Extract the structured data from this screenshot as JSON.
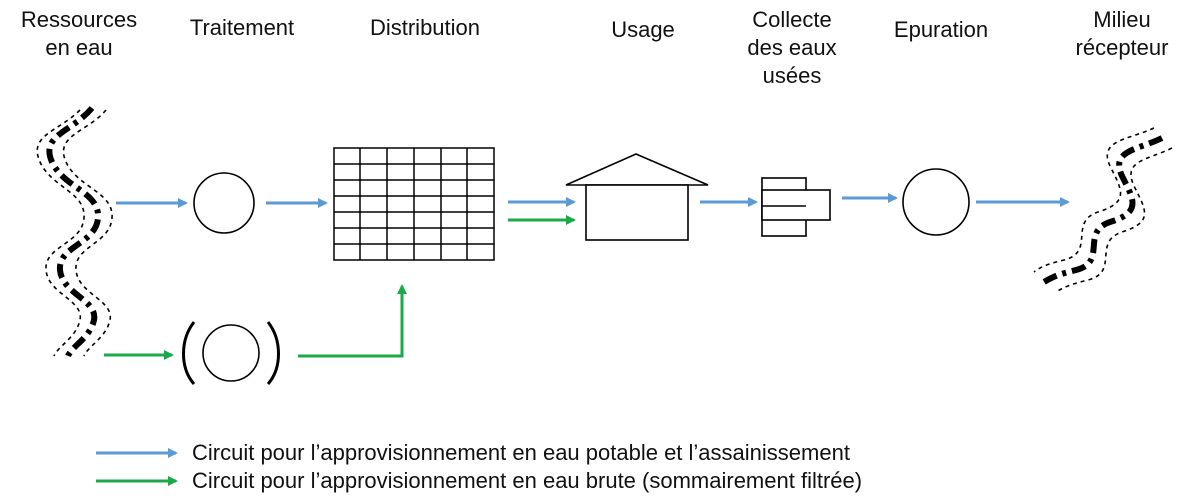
{
  "colors": {
    "blue": "#5b9bd5",
    "green": "#1aaa4a",
    "stroke": "#000000"
  },
  "stages": {
    "resources": "Ressources\nen eau",
    "treatment": "Traitement",
    "distribution": "Distribution",
    "usage": "Usage",
    "collection": "Collecte\ndes eaux\nusées",
    "purification": "Epuration",
    "receiving": "Milieu\nrécepteur"
  },
  "legend": {
    "blue": "Circuit  pour l’approvisionnement en eau potable et l’assainissement",
    "green": "Circuit pour l’approvisionnement en eau brute (sommairement filtrée)"
  },
  "icons": [
    "river-icon",
    "treatment-circle-icon",
    "distribution-grid-icon",
    "house-icon",
    "collection-pipe-icon",
    "purification-circle-icon",
    "optional-treatment-icon"
  ]
}
